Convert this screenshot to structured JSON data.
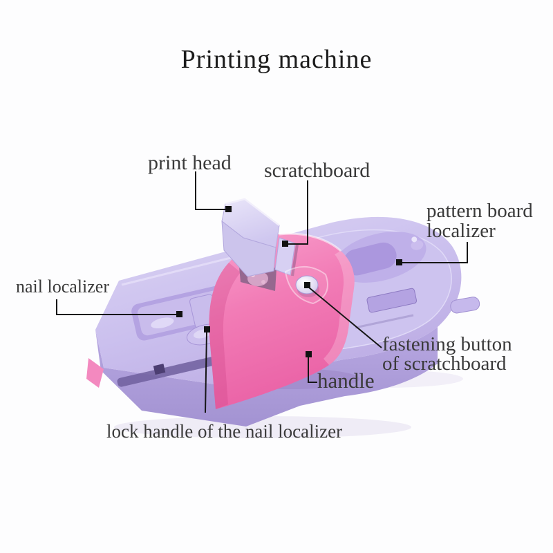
{
  "title": "Printing machine",
  "labels": {
    "print_head": "print head",
    "scratchboard": "scratchboard",
    "pattern_board_localizer_line1": "pattern board",
    "pattern_board_localizer_line2": "localizer",
    "nail_localizer": "nail localizer",
    "fastening_button_line1": "fastening button",
    "fastening_button_line2": "of scratchboard",
    "handle": "handle",
    "lock_handle": "lock handle of the nail localizer"
  },
  "colors": {
    "background": "#fdfdfe",
    "base_lavender": "#cbc0ee",
    "base_wall": "#ac9bd8",
    "carriage_pink": "#f07bb6",
    "print_head_lavender": "#dcd6f4",
    "leader_line": "#161616",
    "label_text": "#3a3a3a",
    "title_text": "#1b1b1b"
  }
}
